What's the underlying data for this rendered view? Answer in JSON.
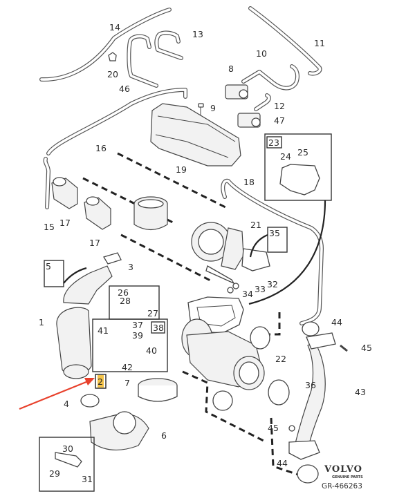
{
  "diagram": {
    "brand": {
      "name": "VOLVO",
      "subtitle": "GENUINE PARTS",
      "reference": "GR-466263"
    },
    "highlight": {
      "part": "2",
      "highlight_color": "#f3c34a",
      "arrow_color": "#e8412c"
    },
    "callouts": {
      "p1": "1",
      "p2": "2",
      "p3": "3",
      "p4": "4",
      "p5": "5",
      "p6": "6",
      "p7": "7",
      "p8": "8",
      "p9": "9",
      "p10": "10",
      "p11": "11",
      "p12": "12",
      "p13": "13",
      "p14": "14",
      "p15": "15",
      "p16": "16",
      "p17a": "17",
      "p17b": "17",
      "p18": "18",
      "p19": "19",
      "p20": "20",
      "p21": "21",
      "p22": "22",
      "p23": "23",
      "p24": "24",
      "p25": "25",
      "p26": "26",
      "p27": "27",
      "p28": "28",
      "p29": "29",
      "p30": "30",
      "p31": "31",
      "p32": "32",
      "p33": "33",
      "p34": "34",
      "p35": "35",
      "p36": "36",
      "p37": "37",
      "p38": "38",
      "p39": "39",
      "p40": "40",
      "p41": "41",
      "p42": "42",
      "p43": "43",
      "p44a": "44",
      "p44b": "44",
      "p45a": "45",
      "p45b": "45",
      "p46": "46",
      "p47": "47"
    }
  }
}
